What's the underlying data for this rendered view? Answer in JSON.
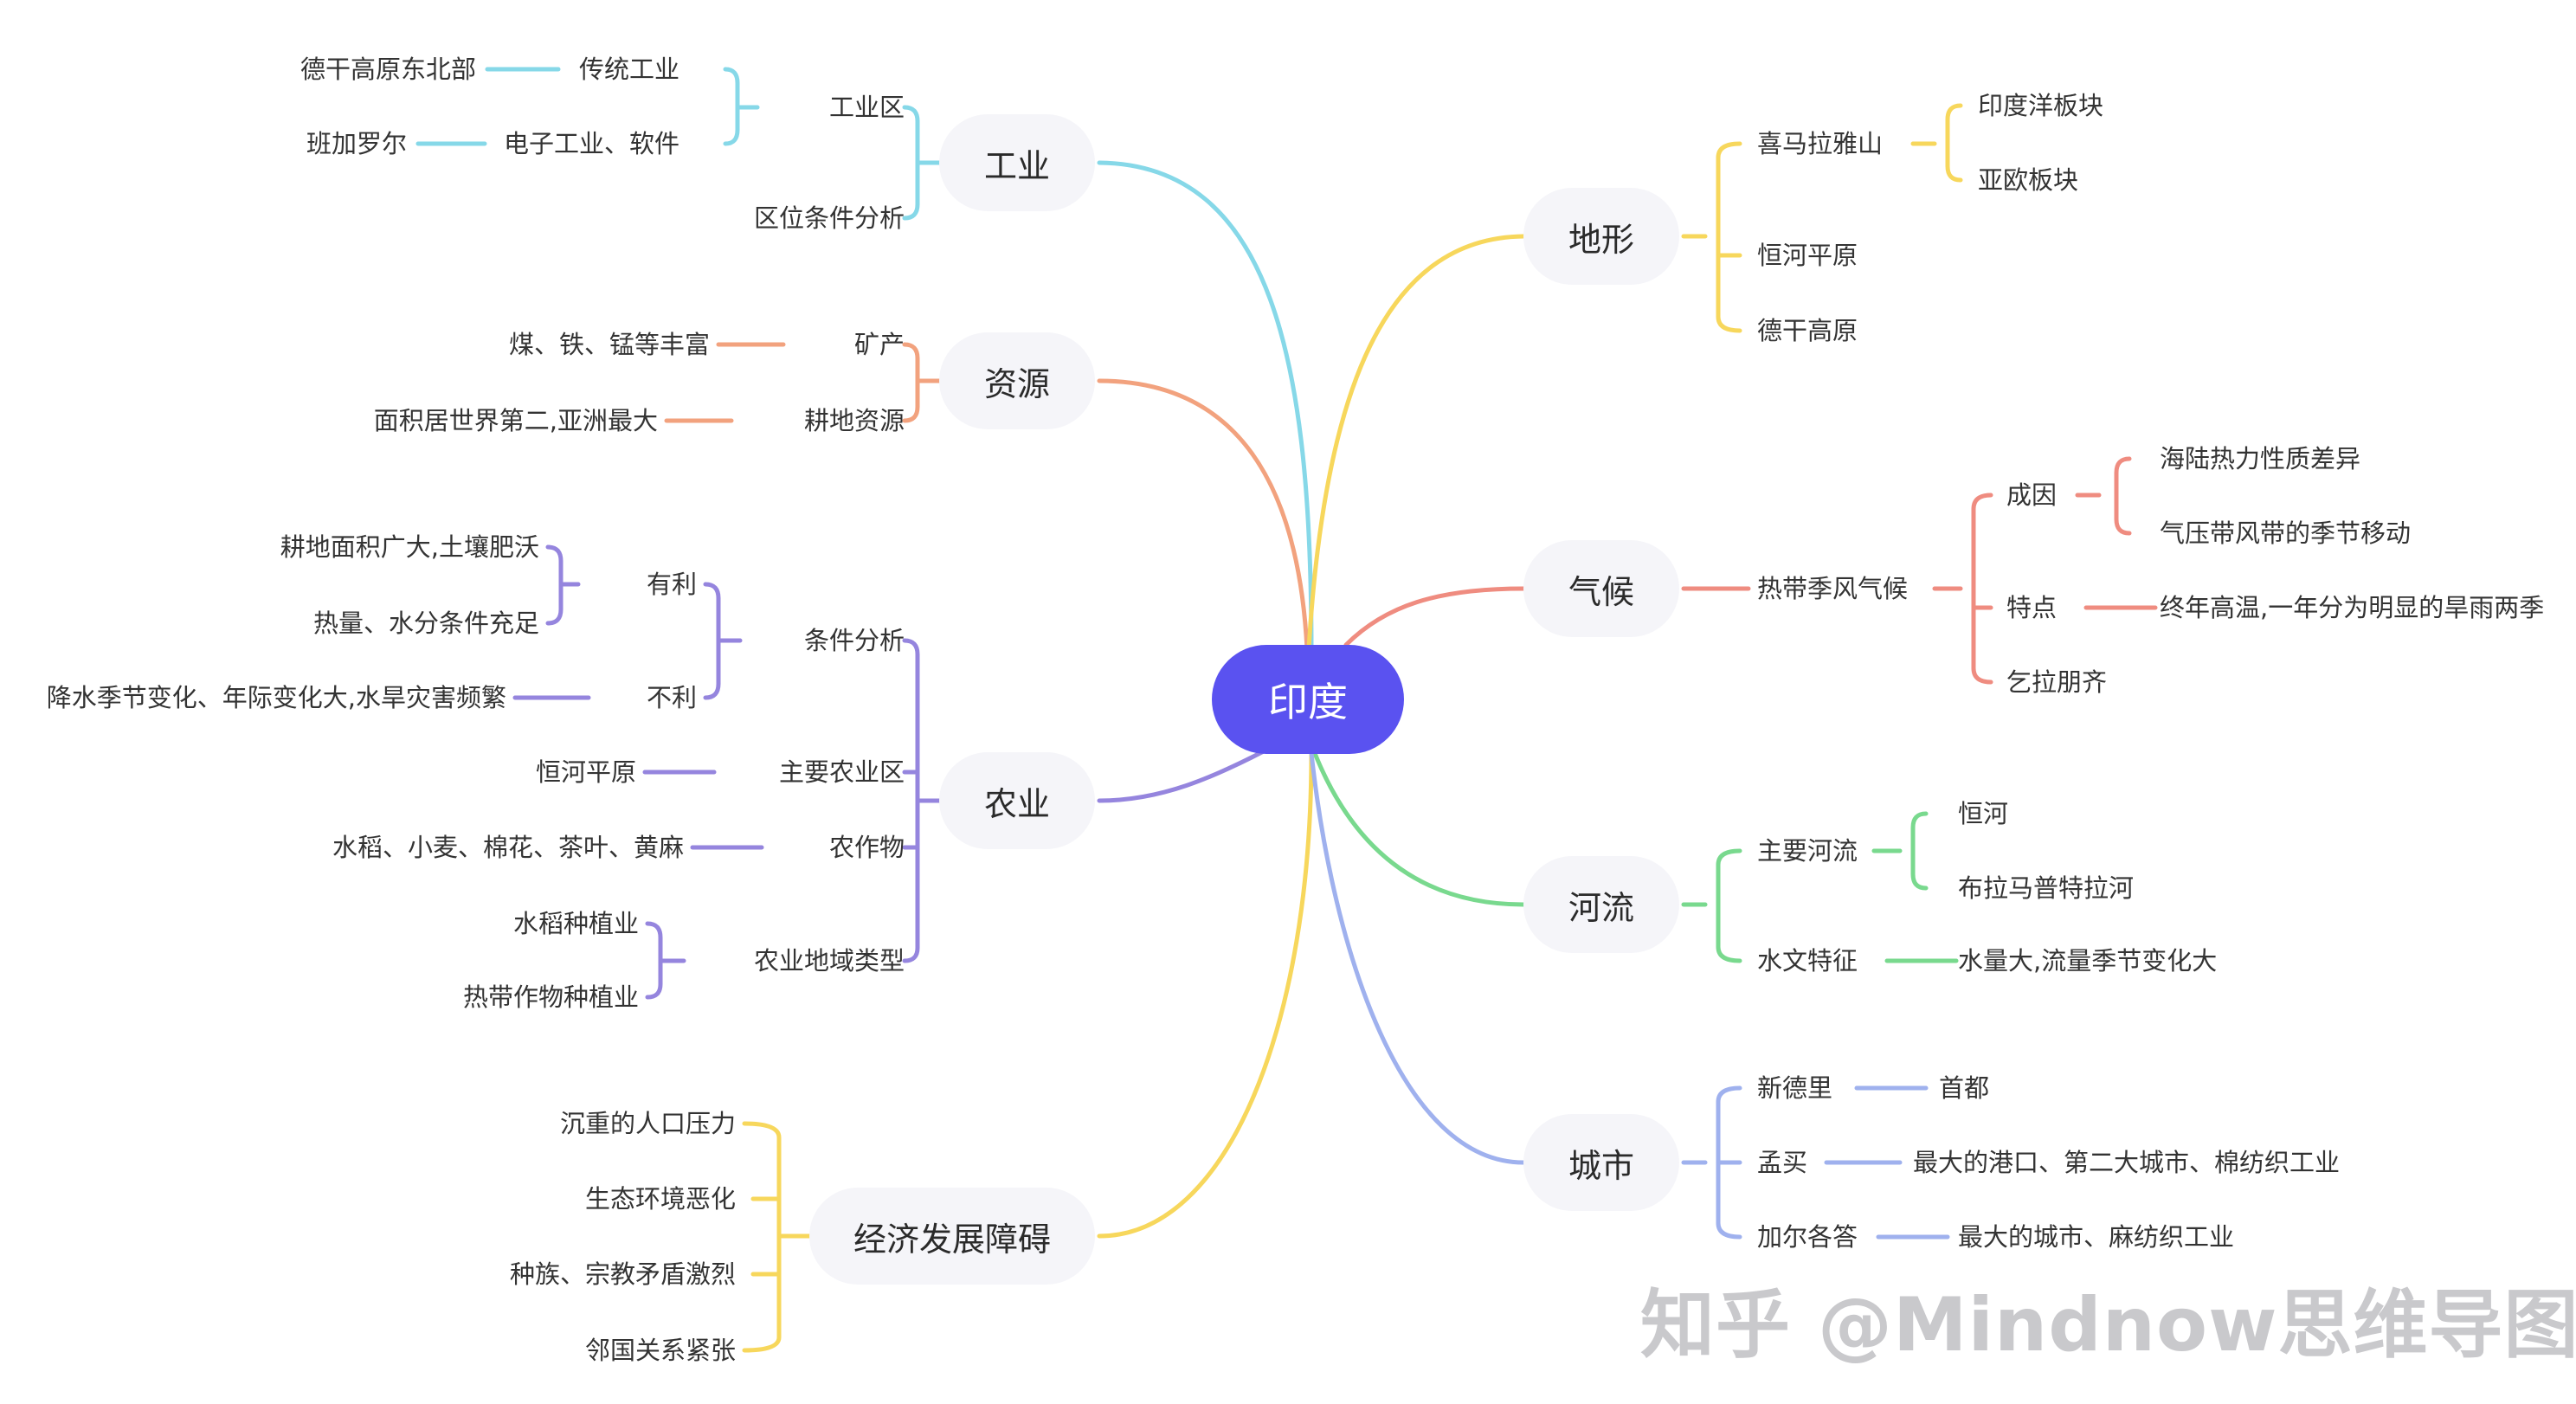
{
  "root": "印度",
  "colors": {
    "root": "#5a52f0",
    "industry": "#86d8e8",
    "resources": "#f2a27e",
    "agriculture": "#9585de",
    "obstacles": "#f7d75c",
    "terrain": "#f7d75c",
    "climate": "#ef8c80",
    "rivers": "#79d98e",
    "cities": "#9fb1ee"
  },
  "branches": {
    "industry": {
      "title": "工业",
      "zone": "工业区",
      "traditional": "传统工业",
      "traditional_loc": "德干高原东北部",
      "electronics": "电子工业、软件",
      "electronics_loc": "班加罗尔",
      "location_analysis": "区位条件分析"
    },
    "resources": {
      "title": "资源",
      "minerals": "矿产",
      "minerals_detail": "煤、铁、锰等丰富",
      "farmland": "耕地资源",
      "farmland_detail": "面积居世界第二,亚洲最大"
    },
    "agriculture": {
      "title": "农业",
      "conditions": "条件分析",
      "favorable": "有利",
      "fav_1": "耕地面积广大,土壤肥沃",
      "fav_2": "热量、水分条件充足",
      "unfavorable": "不利",
      "unfav_1": "降水季节变化、年际变化大,水旱灾害频繁",
      "main_area": "主要农业区",
      "main_area_detail": "恒河平原",
      "crops": "农作物",
      "crops_detail": "水稻、小麦、棉花、茶叶、黄麻",
      "types": "农业地域类型",
      "type_1": "水稻种植业",
      "type_2": "热带作物种植业"
    },
    "obstacles": {
      "title": "经济发展障碍",
      "items": [
        "沉重的人口压力",
        "生态环境恶化",
        "种族、宗教矛盾激烈",
        "邻国关系紧张"
      ]
    },
    "terrain": {
      "title": "地形",
      "himalaya": "喜马拉雅山",
      "plate_1": "印度洋板块",
      "plate_2": "亚欧板块",
      "ganges_plain": "恒河平原",
      "deccan": "德干高原"
    },
    "climate": {
      "title": "气候",
      "type": "热带季风气候",
      "cause": "成因",
      "cause_1": "海陆热力性质差异",
      "cause_2": "气压带风带的季节移动",
      "feature": "特点",
      "feature_detail": "终年高温,一年分为明显的旱雨两季",
      "city": "乞拉朋齐"
    },
    "rivers": {
      "title": "河流",
      "main": "主要河流",
      "river_1": "恒河",
      "river_2": "布拉马普特拉河",
      "hydro": "水文特征",
      "hydro_detail": "水量大,流量季节变化大"
    },
    "cities": {
      "title": "城市",
      "city_1": "新德里",
      "city_1_detail": "首都",
      "city_2": "孟买",
      "city_2_detail": "最大的港口、第二大城市、棉纺织工业",
      "city_3": "加尔各答",
      "city_3_detail": "最大的城市、麻纺织工业"
    }
  },
  "watermark": "知乎 @Mindnow思维导图"
}
